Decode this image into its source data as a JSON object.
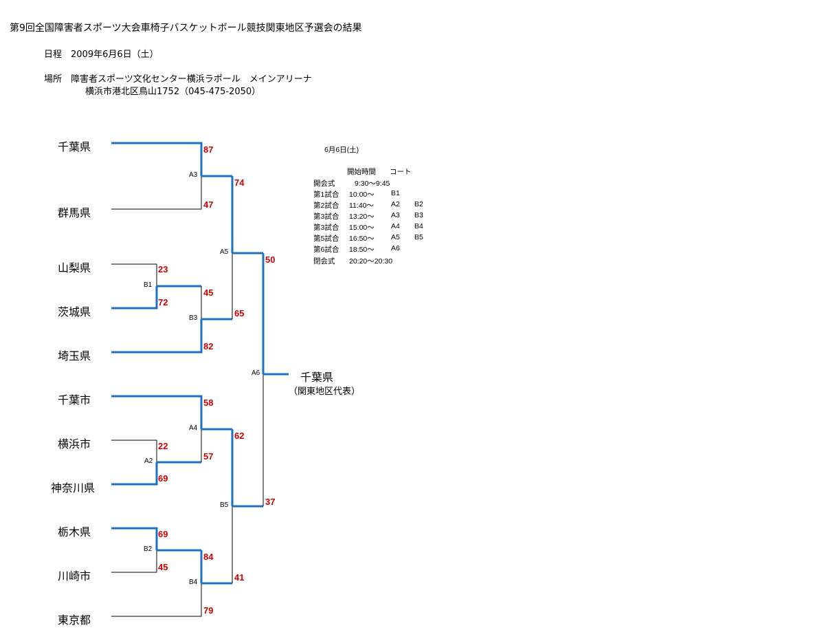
{
  "title": "第9回全国障害者スポーツ大会車椅子バスケットボール競技関東地区予選会の結果",
  "schedule_date": "日程　2009年6月6日（土）",
  "venue_line1": "場所　障害者スポーツ文化センター横浜ラポール　メインアリーナ",
  "venue_line2": "横浜市港北区鳥山1752（045-475-2050）",
  "teams": [
    "千葉県",
    "群馬県",
    "山梨県",
    "茨城県",
    "埼玉県",
    "千葉市",
    "横浜市",
    "神奈川県",
    "栃木県",
    "川崎市",
    "東京都"
  ],
  "matches": [
    {
      "label": "B1",
      "scores": [
        "23",
        "72"
      ]
    },
    {
      "label": "B2",
      "scores": [
        "69",
        "45"
      ]
    },
    {
      "label": "A2",
      "scores": [
        "22",
        "69"
      ]
    },
    {
      "label": "A3",
      "scores": [
        "87",
        "47"
      ]
    },
    {
      "label": "B3",
      "scores": [
        "45",
        "82"
      ]
    },
    {
      "label": "A4",
      "scores": [
        "58",
        "57"
      ]
    },
    {
      "label": "B4",
      "scores": [
        "84",
        "79"
      ]
    },
    {
      "label": "A5",
      "scores": [
        "74",
        "65"
      ]
    },
    {
      "label": "B5",
      "scores": [
        "62",
        "41"
      ]
    },
    {
      "label": "A6",
      "scores": [
        "50",
        "37"
      ]
    }
  ],
  "champion": {
    "name": "千葉県",
    "note": "（関東地区代表）"
  },
  "day_schedule": {
    "date": "6月6日(土)",
    "col_time": "開始時間",
    "col_court": "コート",
    "rows": [
      {
        "event": "開会式",
        "time": "9:30〜9:45",
        "court1": "",
        "court2": ""
      },
      {
        "event": "第1試合",
        "time": "10:00〜",
        "court1": "B1",
        "court2": ""
      },
      {
        "event": "第2試合",
        "time": "11:40〜",
        "court1": "A2",
        "court2": "B2"
      },
      {
        "event": "第3試合",
        "time": "13:20〜",
        "court1": "A3",
        "court2": "B3"
      },
      {
        "event": "第3試合",
        "time": "15:00〜",
        "court1": "A4",
        "court2": "B4"
      },
      {
        "event": "第5試合",
        "time": "16:50〜",
        "court1": "A5",
        "court2": "B5"
      },
      {
        "event": "第6試合",
        "time": "18:50〜",
        "court1": "A6",
        "court2": ""
      },
      {
        "event": "閉会式",
        "time": "20:20〜20:30",
        "court1": "",
        "court2": ""
      }
    ]
  },
  "colors": {
    "winner_line": "#1a72c0",
    "loser_line": "#000000",
    "score": "#d00000"
  }
}
